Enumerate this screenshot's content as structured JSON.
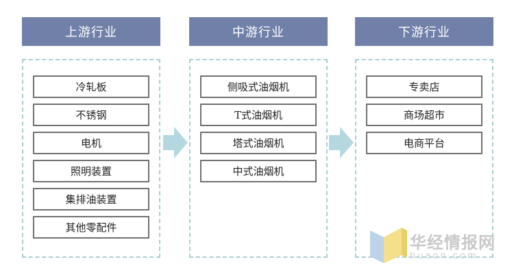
{
  "columns": [
    {
      "title": "上游行业",
      "items": [
        "冷轧板",
        "不锈钢",
        "电机",
        "照明装置",
        "集排油装置",
        "其他零配件"
      ]
    },
    {
      "title": "中游行业",
      "items": [
        "侧吸式油烟机",
        "T式油烟机",
        "塔式油烟机",
        "中式油烟机"
      ]
    },
    {
      "title": "下游行业",
      "items": [
        "专卖店",
        "商场超市",
        "电商平台"
      ]
    }
  ],
  "watermark": {
    "name": "华经情报网",
    "url": "huaon.com"
  },
  "colors": {
    "header": "#7080a8",
    "dashed_border": "#a9cfd0",
    "arrow": "#b5d8e0",
    "item_border": "#707070"
  }
}
